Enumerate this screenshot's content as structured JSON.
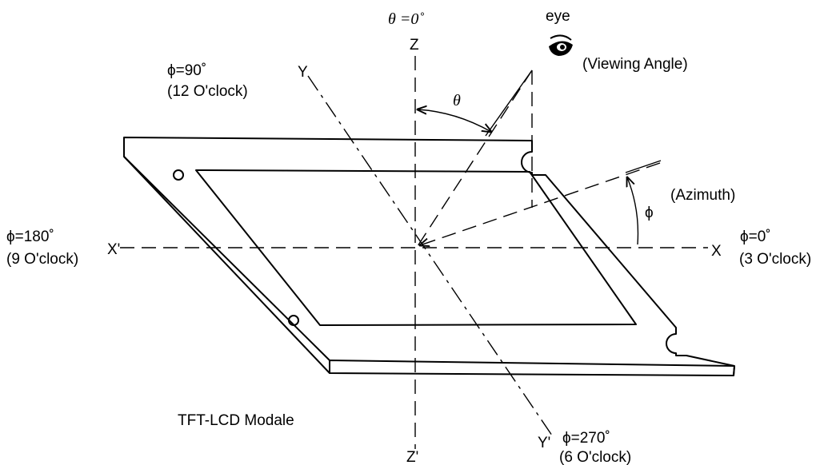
{
  "labels": {
    "theta_zero": "θ =0˚",
    "eye": "eye",
    "viewing_angle": "(Viewing  Angle)",
    "z": "Z",
    "z_prime": "Z'",
    "phi_90": "ϕ=90˚",
    "clock_12": "(12 O'clock)",
    "y": "Y",
    "y_prime": "Y'",
    "theta": "θ",
    "azimuth": "(Azimuth)",
    "phi": "ϕ",
    "phi_180": "ϕ=180˚",
    "clock_9": "(9 O'clock)",
    "x_prime": "X'",
    "x": "X",
    "phi_0": "ϕ=0˚",
    "clock_3": "(3 O'clock)",
    "phi_270": "ϕ=270˚",
    "clock_6": "(6 O'clock)",
    "module": "TFT-LCD  Modale"
  },
  "icons": {
    "eye": "eye-icon"
  }
}
